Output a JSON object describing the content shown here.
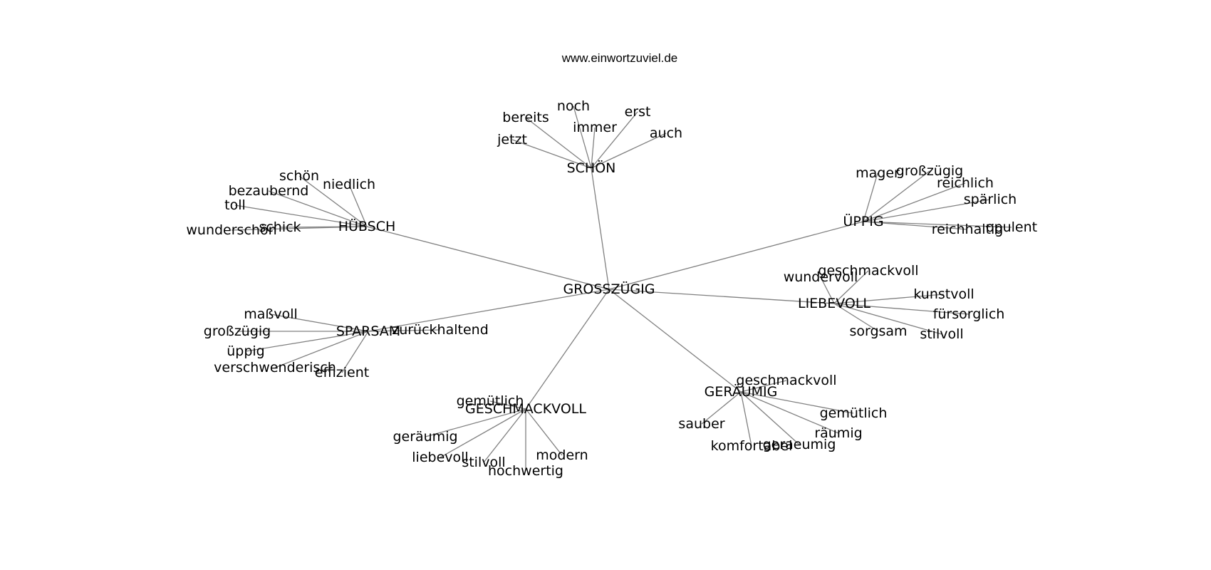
{
  "source_label": "www.einwortzuviel.de",
  "graph": {
    "center": "GROSSZÜGIG",
    "clusters": [
      {
        "hub": "SCHÖN",
        "words": [
          "bereits",
          "noch",
          "immer",
          "erst",
          "jetzt",
          "auch"
        ]
      },
      {
        "hub": "HÜBSCH",
        "words": [
          "schön",
          "niedlich",
          "bezaubernd",
          "toll",
          "wunderschön",
          "schick"
        ]
      },
      {
        "hub": "ÜPPIG",
        "words": [
          "mager",
          "großzügig",
          "reichlich",
          "spärlich",
          "reichhaltig",
          "opulent"
        ]
      },
      {
        "hub": "LIEBEVOLL",
        "words": [
          "wundervoll",
          "geschmackvoll",
          "kunstvoll",
          "fürsorglich",
          "sorgsam",
          "stilvoll"
        ]
      },
      {
        "hub": "SPARSAM",
        "words": [
          "maßvoll",
          "großzügig",
          "zurückhaltend",
          "üppig",
          "verschwenderisch",
          "effizient"
        ]
      },
      {
        "hub": "GESCHMACKVOLL",
        "words": [
          "gemütlich",
          "geräumig",
          "liebevoll",
          "stilvoll",
          "hochwertig",
          "modern"
        ]
      },
      {
        "hub": "GERÄUMIG",
        "words": [
          "geschmackvoll",
          "gemütlich",
          "räumig",
          "sauber",
          "komfortabel",
          "geraeumig"
        ]
      }
    ]
  }
}
